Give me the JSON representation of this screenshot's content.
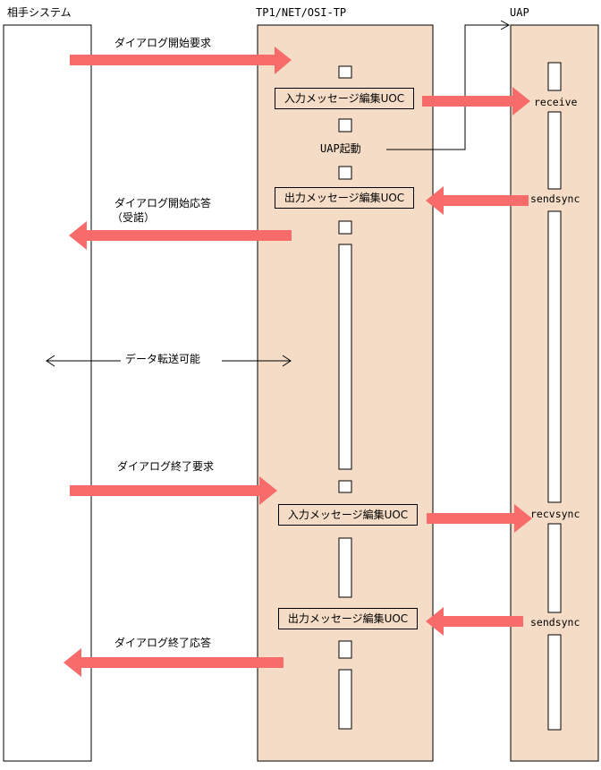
{
  "lanes": {
    "partner": "相手システム",
    "tp1": "TP1/NET/OSI-TP",
    "uap": "UAP"
  },
  "messages": {
    "dialog_start_request": "ダイアログ開始要求",
    "dialog_start_response_line1": "ダイアログ開始応答",
    "dialog_start_response_line2": "（受諾）",
    "data_transfer": "データ転送可能",
    "dialog_end_request": "ダイアログ終了要求",
    "dialog_end_response": "ダイアログ終了応答"
  },
  "uoc": {
    "input_1": "入力メッセージ編集UOC",
    "output_1": "出力メッセージ編集UOC",
    "input_2": "入力メッセージ編集UOC",
    "output_2": "出力メッセージ編集UOC"
  },
  "uap_start": "UAP起動",
  "api_calls": {
    "receive": "receive",
    "sendsync_1": "sendsync",
    "recvsync": "recvsync",
    "sendsync_2": "sendsync"
  },
  "colors": {
    "arrow": "#f76b6b",
    "lane_fill": "#f5dcc6",
    "partner_fill": "#ffffff",
    "stroke": "#000000"
  }
}
